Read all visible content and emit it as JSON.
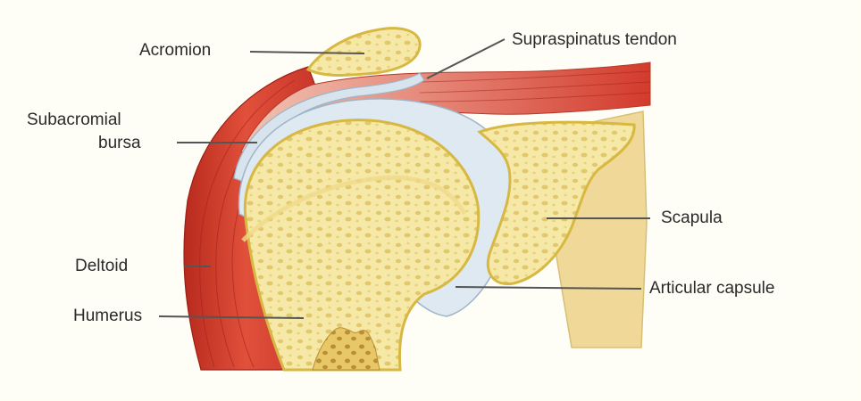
{
  "figure": {
    "labels": {
      "acromion": "Acromion",
      "supraspinatus": "Supraspinatus tendon",
      "subacromial_line1": "Subacromial",
      "subacromial_line2": "bursa",
      "deltoid": "Deltoid",
      "humerus": "Humerus",
      "scapula": "Scapula",
      "articular_capsule": "Articular capsule"
    },
    "colors": {
      "bone_fill": "#f3e39a",
      "bone_outline": "#d6b842",
      "spongy_pores": "#e1c766",
      "muscle": "#d63a2b",
      "muscle_dark": "#a8221a",
      "capsule": "#d7e4ee",
      "capsule_outline": "#9fb4c6",
      "scapula_back": "#f0d998",
      "leader_line": "#555555"
    }
  }
}
